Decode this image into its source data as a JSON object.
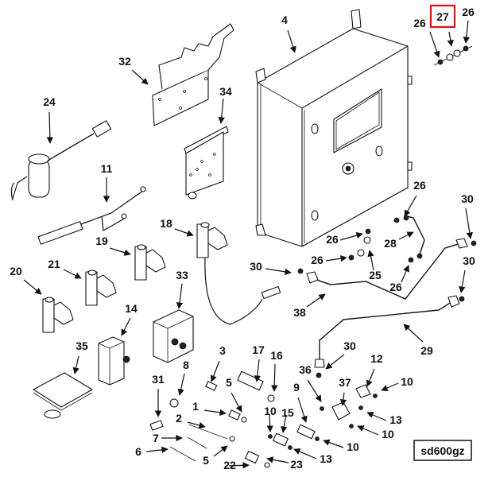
{
  "figure": {
    "id_label": "sd600gz",
    "highlighted_callout": "27",
    "highlight_color": "#e01010"
  },
  "callouts": [
    {
      "key": "c27",
      "label": "27",
      "part": "fitting (highlighted)"
    },
    {
      "key": "c26a",
      "label": "26",
      "part": "nut"
    },
    {
      "key": "c26b",
      "label": "26",
      "part": "nut"
    },
    {
      "key": "c4",
      "label": "4",
      "part": "enclosure"
    },
    {
      "key": "c32",
      "label": "32",
      "part": "mounting bracket"
    },
    {
      "key": "c34",
      "label": "34",
      "part": "mounting plate"
    },
    {
      "key": "c24",
      "label": "24",
      "part": "heater assembly"
    },
    {
      "key": "c11",
      "label": "11",
      "part": "sensor with cable"
    },
    {
      "key": "c18",
      "label": "18",
      "part": "valve with cable"
    },
    {
      "key": "c19",
      "label": "19",
      "part": "valve"
    },
    {
      "key": "c21",
      "label": "21",
      "part": "valve"
    },
    {
      "key": "c20",
      "label": "20",
      "part": "valve"
    },
    {
      "key": "c33",
      "label": "33",
      "part": "manifold block"
    },
    {
      "key": "c14",
      "label": "14",
      "part": "block"
    },
    {
      "key": "c35",
      "label": "35",
      "part": "manual"
    },
    {
      "key": "c26c",
      "label": "26",
      "part": "nut"
    },
    {
      "key": "c28",
      "label": "28",
      "part": "tube"
    },
    {
      "key": "c30a",
      "label": "30",
      "part": "nut"
    },
    {
      "key": "c26d",
      "label": "26",
      "part": "nut"
    },
    {
      "key": "c26e",
      "label": "26",
      "part": "nut"
    },
    {
      "key": "c25",
      "label": "25",
      "part": "elbow"
    },
    {
      "key": "c26f",
      "label": "26",
      "part": "nut"
    },
    {
      "key": "c30b",
      "label": "30",
      "part": "nut"
    },
    {
      "key": "c30c",
      "label": "30",
      "part": "nut"
    },
    {
      "key": "c38",
      "label": "38",
      "part": "tube"
    },
    {
      "key": "c29",
      "label": "29",
      "part": "tube"
    },
    {
      "key": "c30d",
      "label": "30",
      "part": "nut"
    },
    {
      "key": "c3",
      "label": "3",
      "part": "clamp"
    },
    {
      "key": "c17",
      "label": "17",
      "part": "adapter"
    },
    {
      "key": "c16",
      "label": "16",
      "part": "o-ring"
    },
    {
      "key": "c8",
      "label": "8",
      "part": "clamp"
    },
    {
      "key": "c31",
      "label": "31",
      "part": "fitting"
    },
    {
      "key": "c5a",
      "label": "5",
      "part": "washer"
    },
    {
      "key": "c1",
      "label": "1",
      "part": "screw"
    },
    {
      "key": "c2",
      "label": "2",
      "part": "screw"
    },
    {
      "key": "c7",
      "label": "7",
      "part": "screw"
    },
    {
      "key": "c6",
      "label": "6",
      "part": "screw"
    },
    {
      "key": "c5b",
      "label": "5",
      "part": "washer"
    },
    {
      "key": "c22",
      "label": "22",
      "part": "o-ring"
    },
    {
      "key": "c23",
      "label": "23",
      "part": "fitting"
    },
    {
      "key": "c10a",
      "label": "10",
      "part": "o-ring"
    },
    {
      "key": "c15",
      "label": "15",
      "part": "fitting"
    },
    {
      "key": "c13a",
      "label": "13",
      "part": "o-ring"
    },
    {
      "key": "c9",
      "label": "9",
      "part": "fitting"
    },
    {
      "key": "c10b",
      "label": "10",
      "part": "o-ring"
    },
    {
      "key": "c36",
      "label": "36",
      "part": "o-ring"
    },
    {
      "key": "c37",
      "label": "37",
      "part": "valve body"
    },
    {
      "key": "c10c",
      "label": "10",
      "part": "o-ring"
    },
    {
      "key": "c12",
      "label": "12",
      "part": "elbow fitting"
    },
    {
      "key": "c10d",
      "label": "10",
      "part": "o-ring"
    },
    {
      "key": "c13b",
      "label": "13",
      "part": "o-ring"
    }
  ]
}
